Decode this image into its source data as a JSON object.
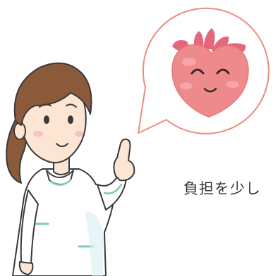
{
  "caption": {
    "text": "負担を少し"
  },
  "illustration": {
    "subject": "nurse-pointing-up",
    "bubble_content": "smiling-heart"
  },
  "colors": {
    "bubble_border": "#ec8c7d",
    "heart_fill": "#ee8a8b",
    "heart_vessels": "#e5687a",
    "hair": "#8a5a3a",
    "skin": "#fde5d3",
    "uniform": "#ffffff",
    "uniform_trim": "#7ec7c0",
    "outline": "#3a3a3a"
  }
}
